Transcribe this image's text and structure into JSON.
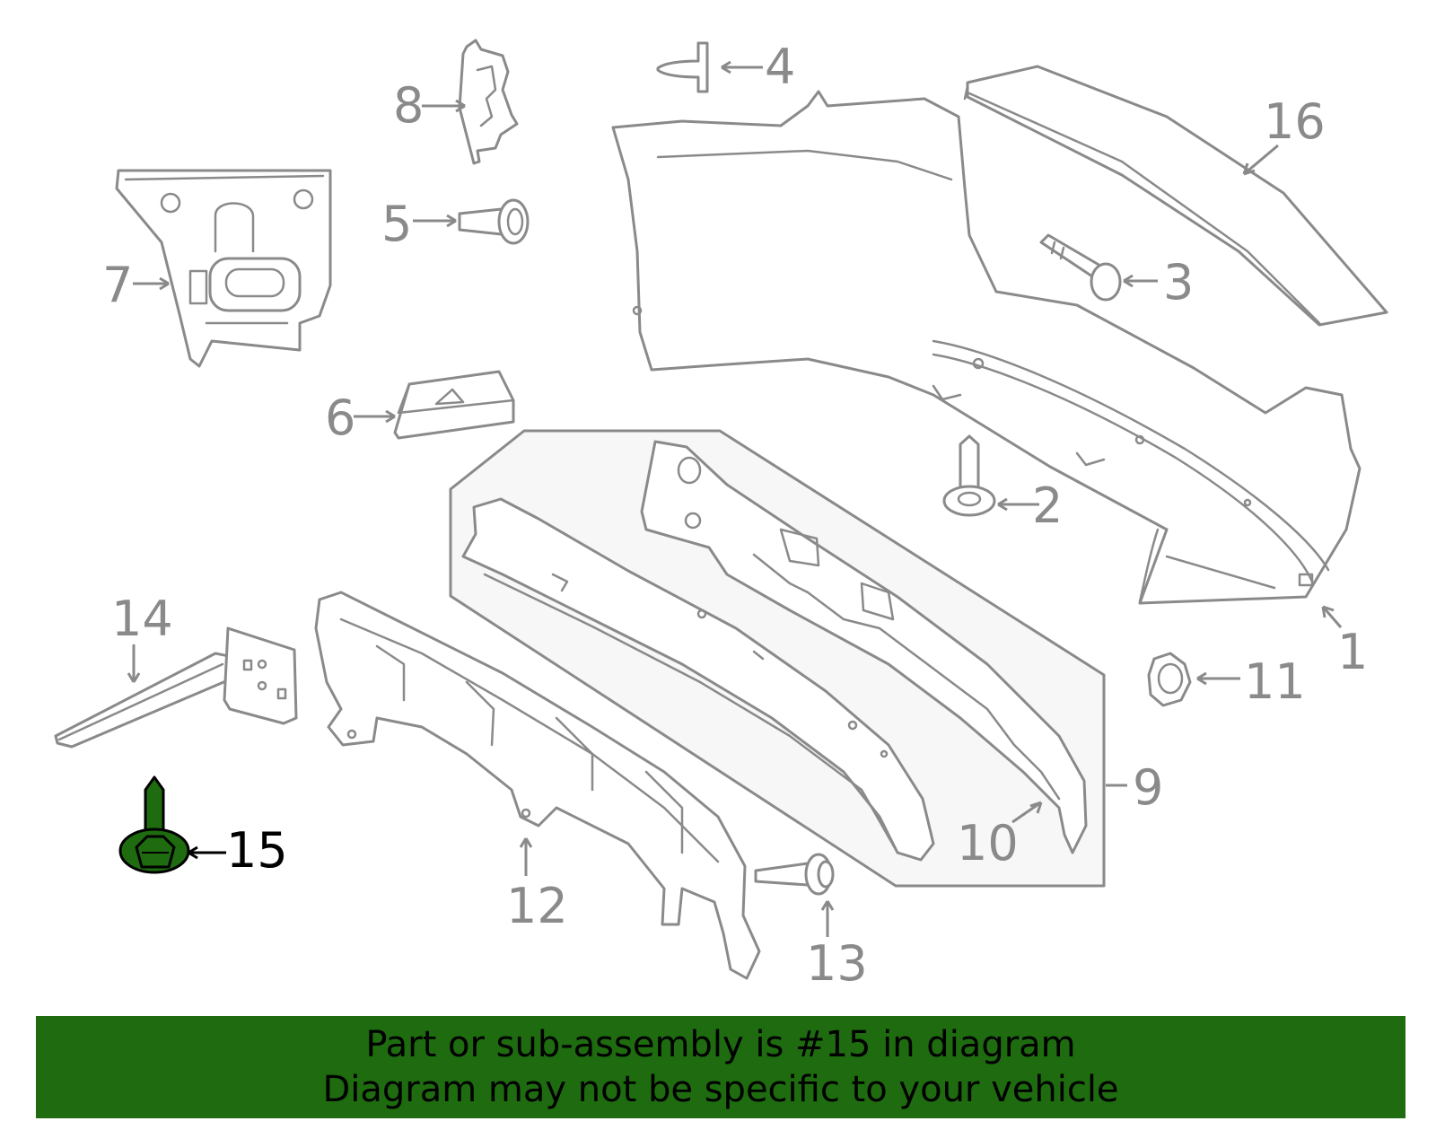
{
  "callouts": {
    "c1": "1",
    "c2": "2",
    "c3": "3",
    "c4": "4",
    "c5": "5",
    "c6": "6",
    "c7": "7",
    "c8": "8",
    "c9": "9",
    "c10": "10",
    "c11": "11",
    "c12": "12",
    "c13": "13",
    "c14": "14",
    "c15": "15",
    "c16": "16"
  },
  "highlighted_part": "15",
  "colors": {
    "line_art": "#8a8a8a",
    "highlight_part": "#1e6b10",
    "banner_background": "#1e6b10",
    "banner_text": "#000000",
    "assembly_box_fill": "#f7f7f7"
  },
  "banner": {
    "line1": "Part or sub-assembly is #15 in diagram",
    "line2": "Diagram may not be specific to your vehicle"
  }
}
